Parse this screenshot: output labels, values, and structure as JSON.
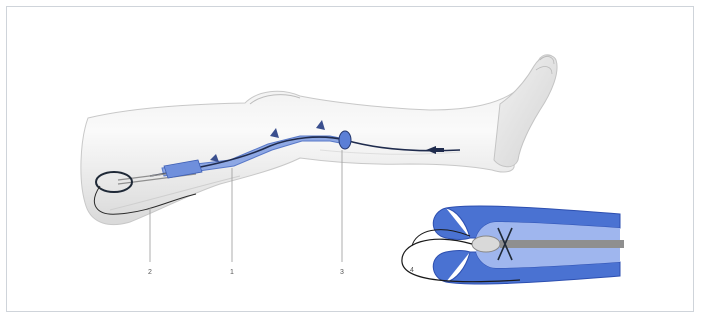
{
  "figure": {
    "colors": {
      "skin_light": "#f4f4f4",
      "skin_shadow": "#d6d6d6",
      "outline": "#9a9a9a",
      "device_blue": "#5e83d8",
      "device_blue_light": "#9db4ea",
      "device_dark": "#1e2a4a",
      "rod_grey": "#8f8f8f",
      "inset_blue": "#3f67cc",
      "inset_blue_light": "#8fa8e8"
    },
    "icons": [
      "leg-illustration",
      "catheter-device",
      "arrow-icon",
      "inset-cross-section"
    ],
    "labels": {
      "label_1": "2",
      "label_2": "1",
      "label_3": "3",
      "inset_label": "4"
    }
  }
}
